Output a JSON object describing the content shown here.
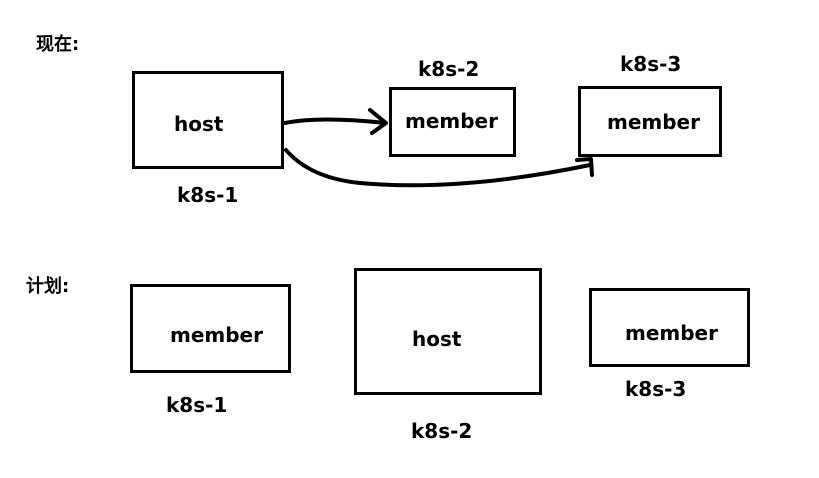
{
  "sections": {
    "current": "现在:",
    "plan": "计划:"
  },
  "current": {
    "host_box": {
      "text": "host",
      "caption": "k8s-1"
    },
    "member_box_1": {
      "text": "member",
      "caption": "k8s-2"
    },
    "member_box_2": {
      "text": "member",
      "caption": "k8s-3"
    }
  },
  "plan": {
    "member_box_1": {
      "text": "member",
      "caption": "k8s-1"
    },
    "host_box": {
      "text": "host",
      "caption": "k8s-2"
    },
    "member_box_2": {
      "text": "member",
      "caption": "k8s-3"
    }
  },
  "colors": {
    "stroke": "#000000",
    "background": "#ffffff"
  }
}
